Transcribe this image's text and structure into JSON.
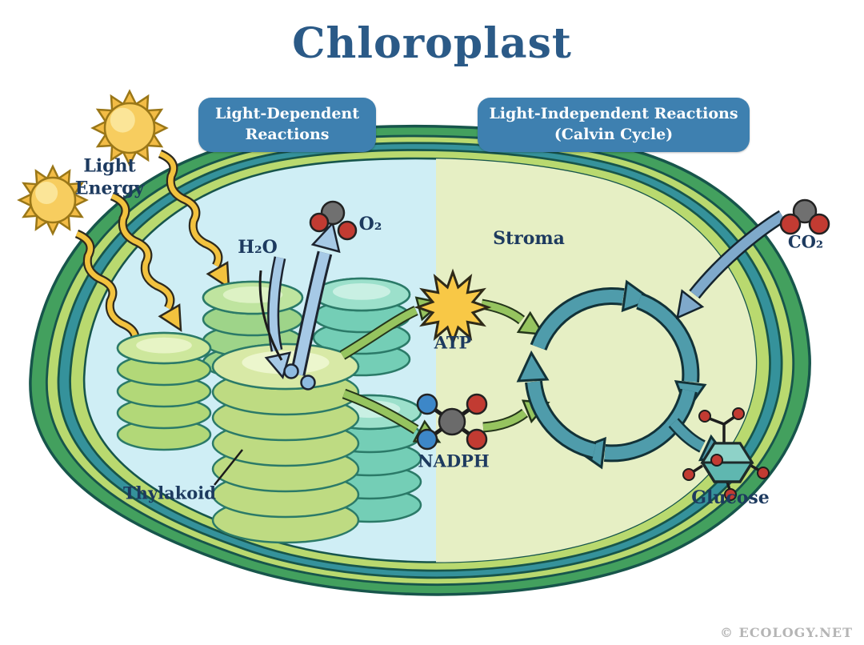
{
  "title": "Chloroplast",
  "banners": {
    "light_dependent": "Light-Dependent Reactions",
    "light_independent": "Light-Independent Reactions (Calvin Cycle)"
  },
  "labels": {
    "light_energy": "Light Energy",
    "h2o": "H₂O",
    "o2": "O₂",
    "stroma": "Stroma",
    "atp": "ATP",
    "nadph": "NADPH",
    "co2": "CO₂",
    "glucose": "Glucose",
    "thylakoid": "Thylakoid"
  },
  "footer": {
    "credit": "© ECOLOGY.NET"
  },
  "colors": {
    "banner_blue": "#3e80b0",
    "title_navy": "#2b5a87",
    "label_navy": "#1d3a5f",
    "footer_gray": "#b5b5b5",
    "membrane_green": "#43a05e",
    "membrane_light_green": "#b9d96f",
    "membrane_teal": "#35929b",
    "interior_left_cyan": "#cfeef5",
    "interior_right_green": "#e6efc4",
    "outline_dark": "#17554b",
    "arrow_blue": "#a6c9e6",
    "arrow_steel_blue": "#7fa9cb",
    "arrow_green": "#96c45f",
    "cycle_teal": "#4f9cab",
    "sun_yellow": "#f6c445",
    "atom_red": "#c23b32",
    "atom_gray": "#707070",
    "atom_blue": "#3d87c8"
  }
}
